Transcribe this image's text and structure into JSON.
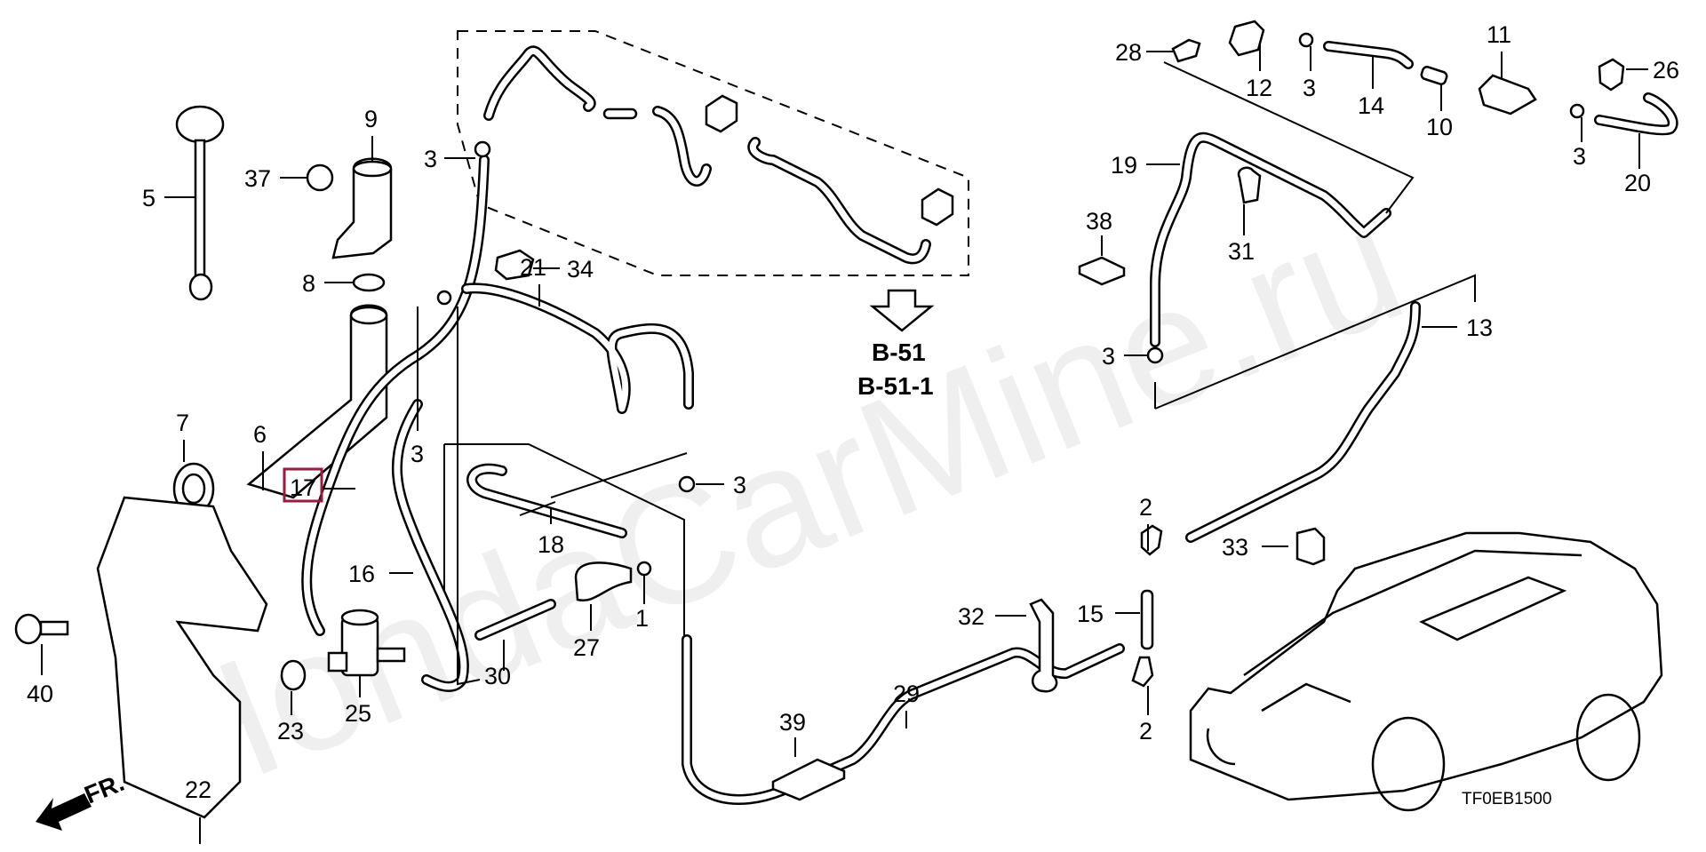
{
  "diagram": {
    "title": "Windshield washer parts diagram",
    "watermark": "HondaCarMine.ru",
    "diagram_code": "TF0EB1500",
    "reference": [
      "B-51",
      "B-51-1"
    ],
    "front_indicator": "FR.",
    "highlight_color": "#9b1b3c",
    "highlighted_part": "17",
    "callouts": {
      "c1": "1",
      "c2a": "2",
      "c2b": "2",
      "c3a": "3",
      "c3b": "3",
      "c3c": "3",
      "c3d": "3",
      "c3e": "3",
      "c3f": "3",
      "c5": "5",
      "c6": "6",
      "c7": "7",
      "c8": "8",
      "c9": "9",
      "c10": "10",
      "c11": "11",
      "c12": "12",
      "c13": "13",
      "c14": "14",
      "c15": "15",
      "c16": "16",
      "c17": "17",
      "c18": "18",
      "c19": "19",
      "c20": "20",
      "c21": "21",
      "c22": "22",
      "c23": "23",
      "c25": "25",
      "c26": "26",
      "c27": "27",
      "c28": "28",
      "c29": "29",
      "c30": "30",
      "c31": "31",
      "c32": "32",
      "c33": "33",
      "c34": "34",
      "c37": "37",
      "c38": "38",
      "c39": "39",
      "c40": "40"
    }
  }
}
